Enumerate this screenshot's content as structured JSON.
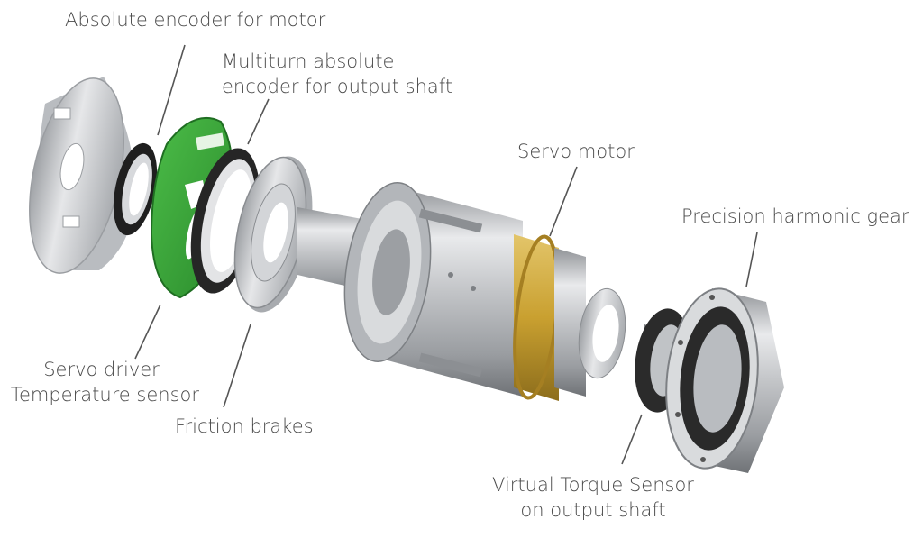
{
  "labels": {
    "absolute_encoder": "Absolute encoder for motor",
    "multiturn_line1": "Multiturn absolute",
    "multiturn_line2": "encoder for output shaft",
    "servo_motor": "Servo motor",
    "harmonic_gear": "Precision harmonic gear",
    "servo_driver_line1": "Servo driver",
    "servo_driver_line2": "Temperature sensor",
    "friction_brakes": "Friction brakes",
    "torque_line1": "Virtual Torque Sensor",
    "torque_line2": "on output shaft"
  },
  "colors": {
    "pcb_green": "#3aa83a",
    "gold": "#c9a030",
    "dark_ring": "#2b2b2b",
    "metal": "#c8cacd",
    "label_text": "#4a4a4a"
  }
}
